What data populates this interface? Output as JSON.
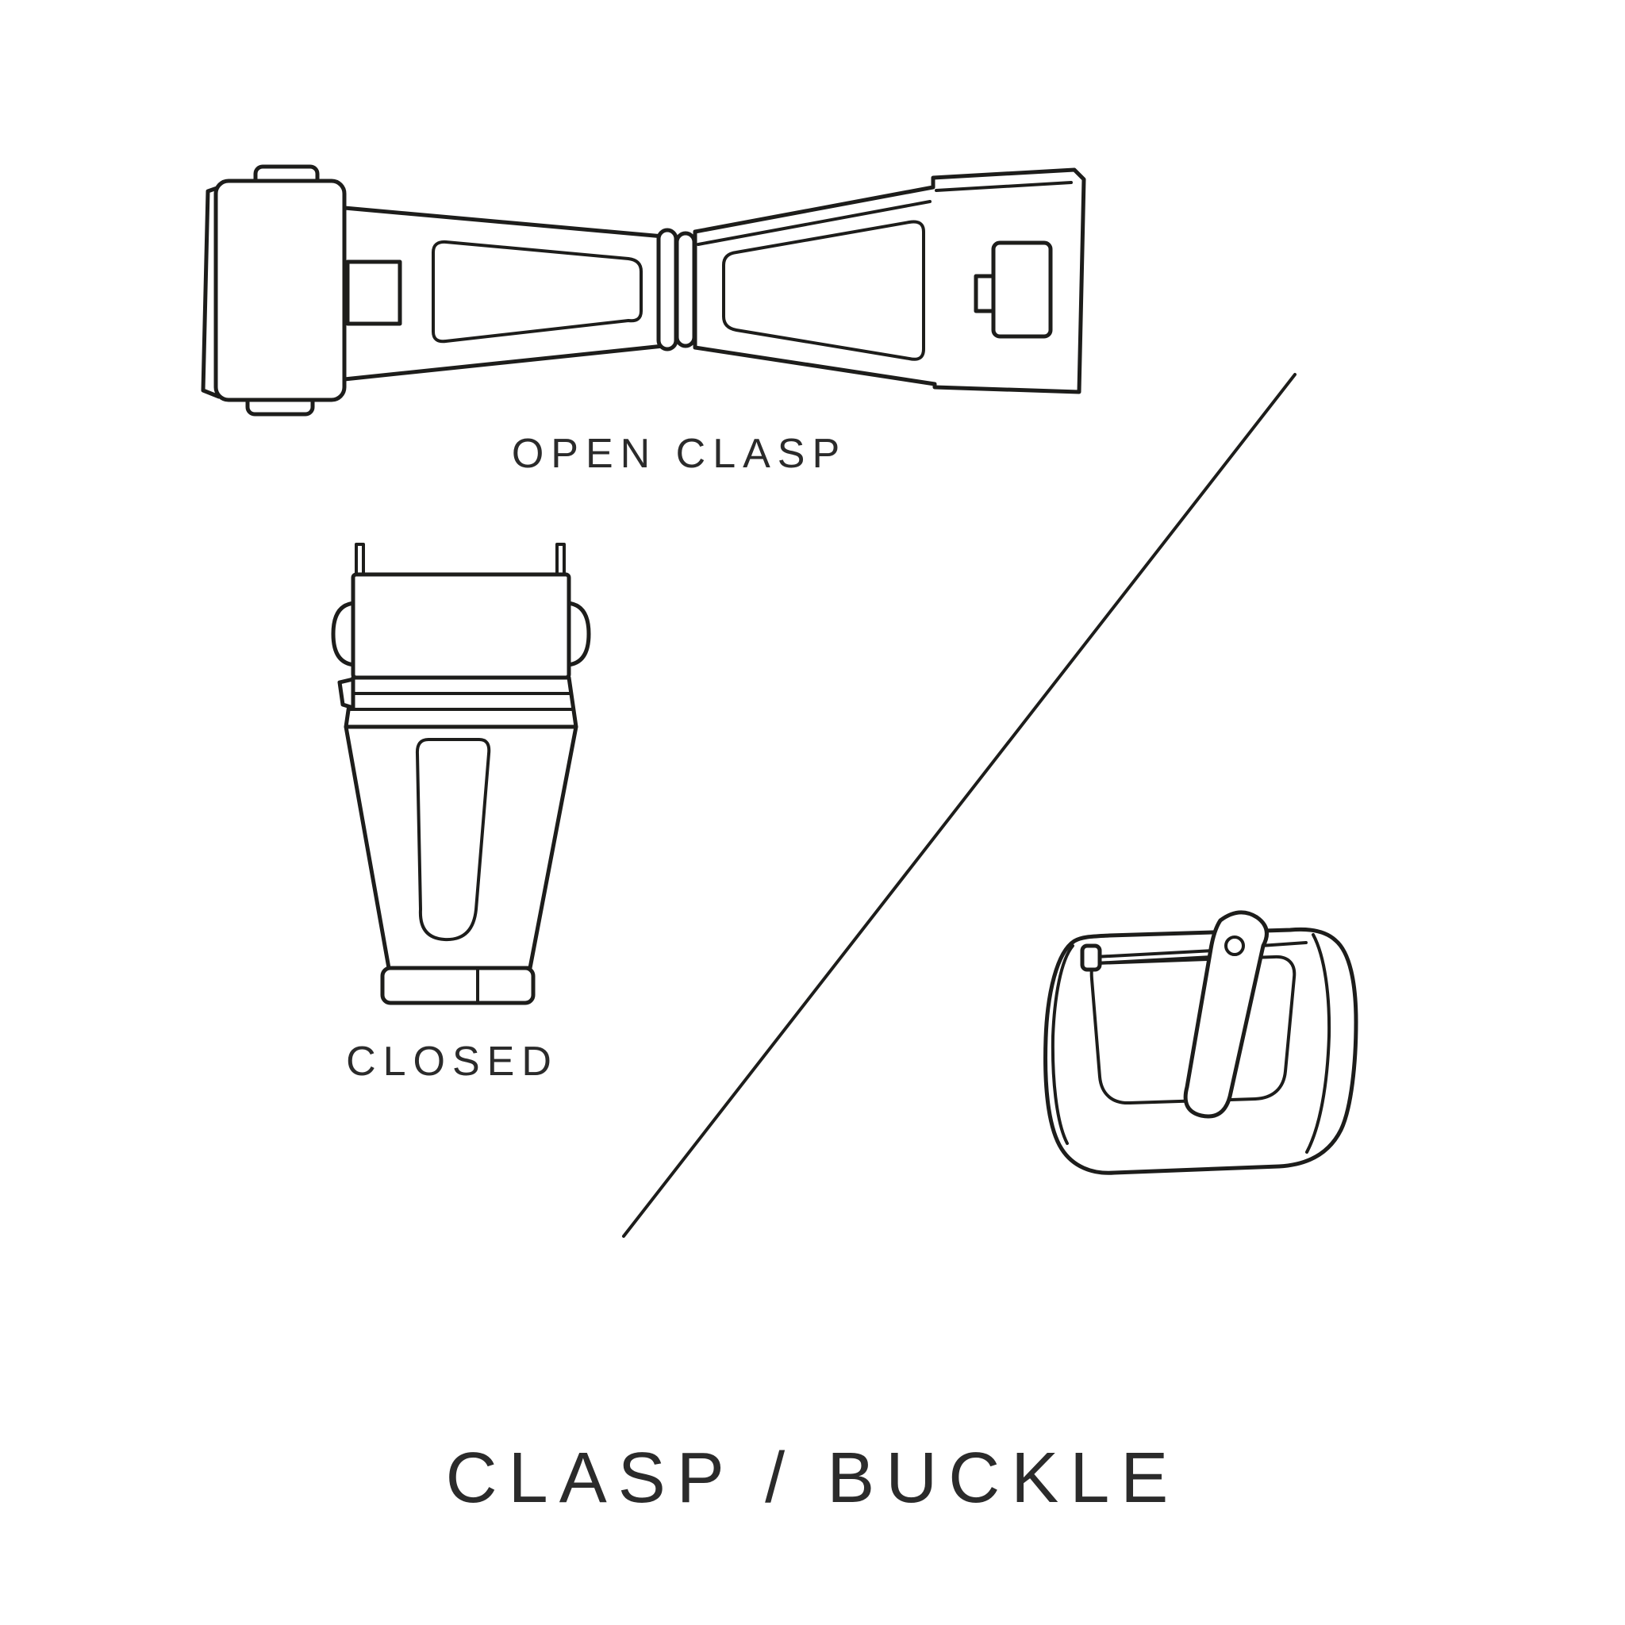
{
  "page": {
    "background": "#ffffff",
    "line_color": "#1d1d1b",
    "text_color": "#2b2b2b"
  },
  "labels": {
    "open_clasp": "OPEN CLASP",
    "closed": "CLOSED",
    "title": "CLASP / BUCKLE"
  }
}
